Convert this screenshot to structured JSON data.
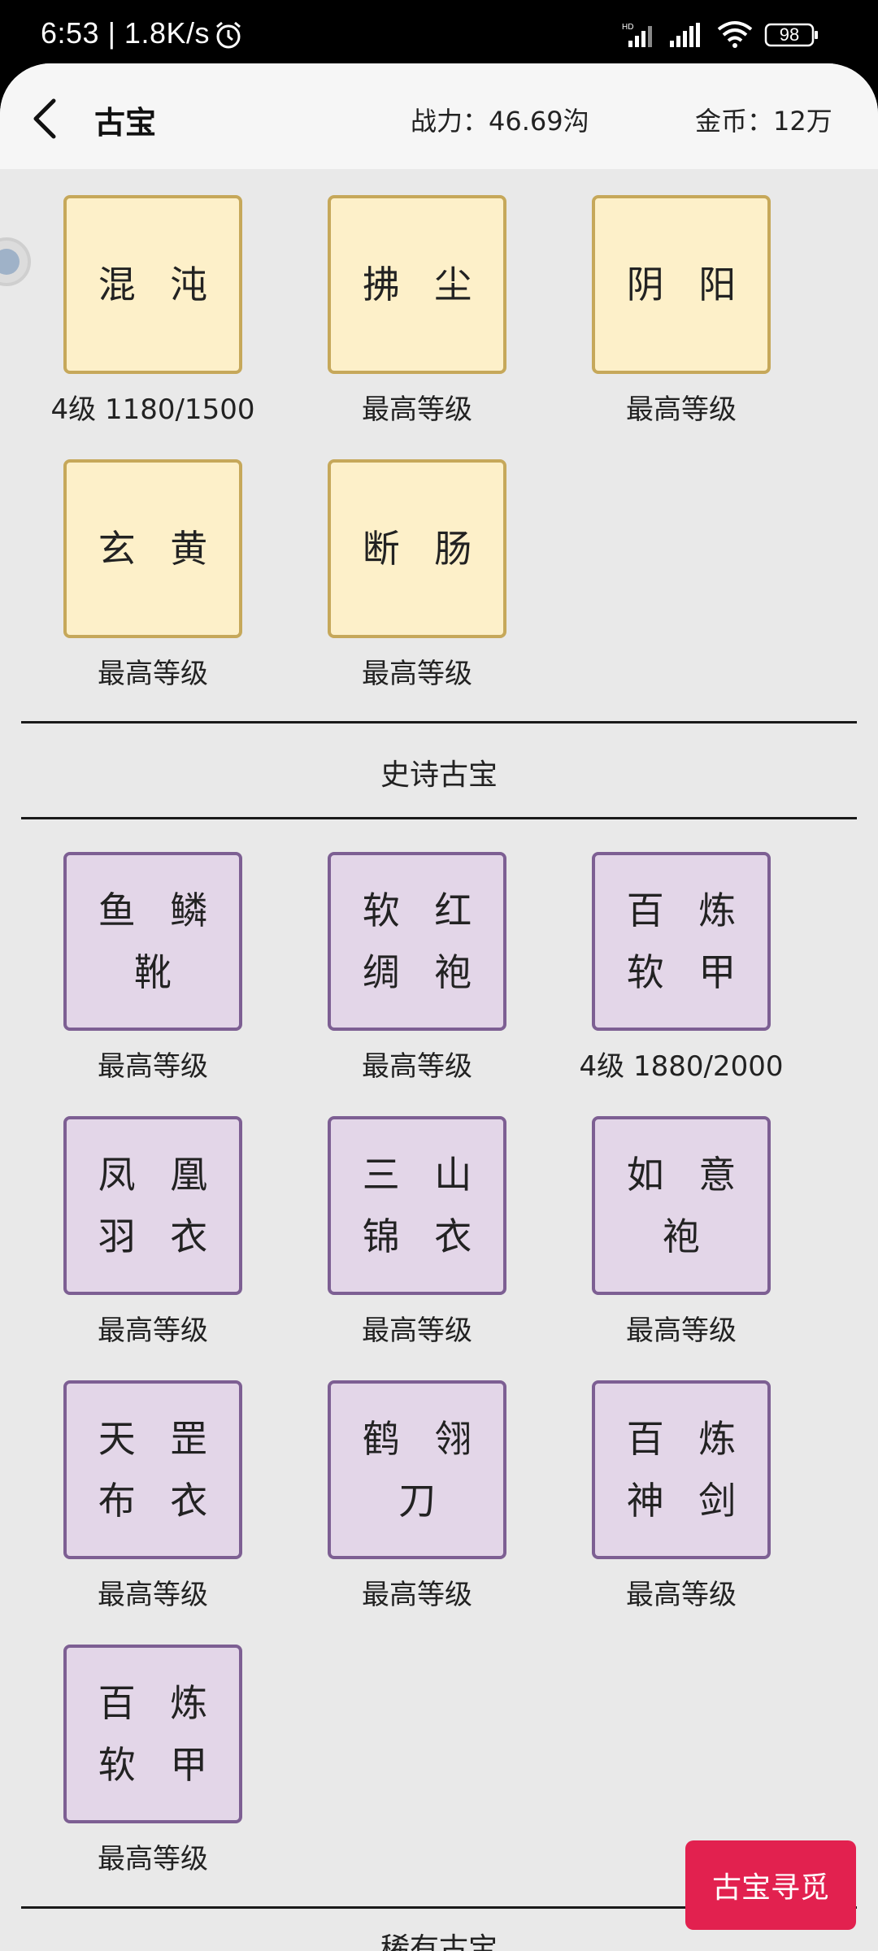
{
  "status_bar": {
    "time": "6:53 | 1.8K/s",
    "battery": "98",
    "icons": [
      "alarm-icon",
      "hd-signal-icon",
      "signal-icon",
      "wifi-icon",
      "battery-icon"
    ]
  },
  "header": {
    "title": "古宝",
    "power": "战力：46.69沟",
    "gold": "金币：12万"
  },
  "legendary_items": [
    {
      "name": [
        "混",
        "沌"
      ],
      "status": "4级 1180/1500"
    },
    {
      "name": [
        "拂",
        "尘"
      ],
      "status": "最高等级"
    },
    {
      "name": [
        "阴",
        "阳"
      ],
      "status": "最高等级"
    },
    {
      "name": [
        "玄",
        "黄"
      ],
      "status": "最高等级"
    },
    {
      "name": [
        "断",
        "肠"
      ],
      "status": "最高等级"
    }
  ],
  "epic_section": {
    "title": "史诗古宝",
    "items": [
      {
        "lines": [
          "鱼 鳞",
          "靴"
        ],
        "status": "最高等级"
      },
      {
        "lines": [
          "软 红",
          "绸 袍"
        ],
        "status": "最高等级"
      },
      {
        "lines": [
          "百 炼",
          "软 甲"
        ],
        "status": "4级 1880/2000"
      },
      {
        "lines": [
          "凤 凰",
          "羽 衣"
        ],
        "status": "最高等级"
      },
      {
        "lines": [
          "三 山",
          "锦 衣"
        ],
        "status": "最高等级"
      },
      {
        "lines": [
          "如 意",
          "袍"
        ],
        "status": "最高等级"
      },
      {
        "lines": [
          "天 罡",
          "布 衣"
        ],
        "status": "最高等级"
      },
      {
        "lines": [
          "鹤 翎",
          "刀"
        ],
        "status": "最高等级"
      },
      {
        "lines": [
          "百 炼",
          "神 剑"
        ],
        "status": "最高等级"
      },
      {
        "lines": [
          "百 炼",
          "软 甲"
        ],
        "status": "最高等级"
      }
    ]
  },
  "next_section_title": "稀有古宝",
  "seek_button": "古宝寻觅",
  "colors": {
    "legendary_fill": "#fdf0c9",
    "legendary_border": "#c6a85a",
    "epic_fill": "#e3d6e8",
    "epic_border": "#7d5f93",
    "accent": "#e2214f"
  }
}
